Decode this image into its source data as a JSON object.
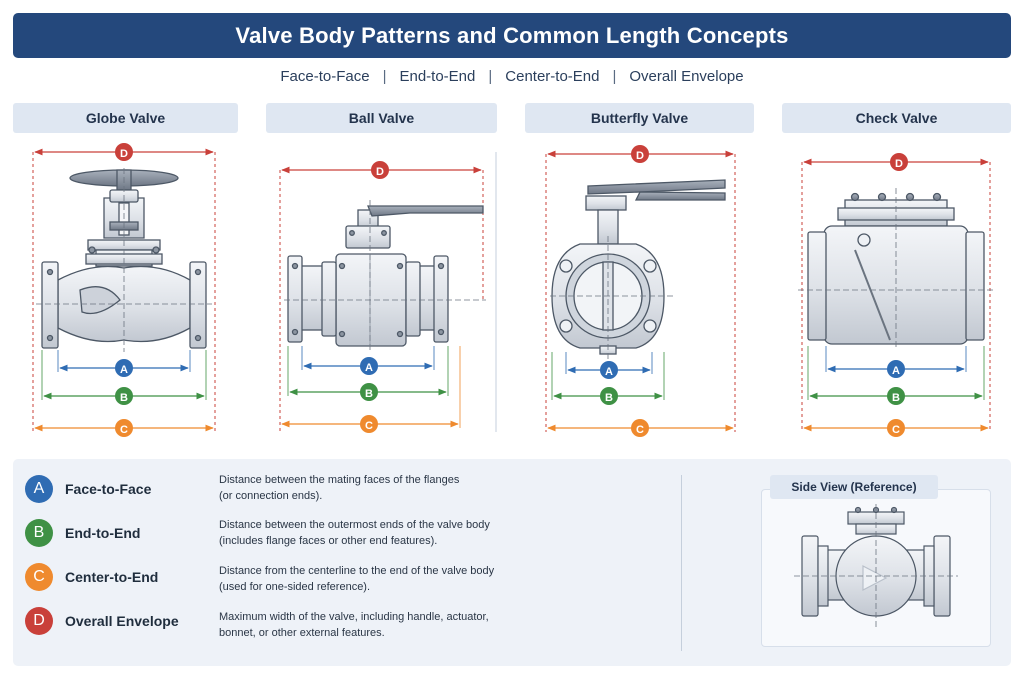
{
  "title": "Valve Body Patterns and Common Length Concepts",
  "subtitle": {
    "items": [
      "Face-to-Face",
      "End-to-End",
      "Center-to-End",
      "Overall Envelope"
    ],
    "separator": "|"
  },
  "valves": [
    {
      "label": "Globe Valve"
    },
    {
      "label": "Ball Valve"
    },
    {
      "label": "Butterfly Valve"
    },
    {
      "label": "Check Valve"
    }
  ],
  "dimension_letters": {
    "a": "A",
    "b": "B",
    "c": "C",
    "d": "D"
  },
  "colors": {
    "banner": "#24487c",
    "a": "#2f6cb3",
    "b": "#3f9145",
    "c": "#ef8a2e",
    "d": "#c9403a",
    "metal": "#dfe3e9",
    "outline": "#4d5866"
  },
  "legend": [
    {
      "letter": "A",
      "term": "Face-to-Face",
      "desc_1": "Distance between the mating faces of the flanges",
      "desc_2": "(or connection ends)."
    },
    {
      "letter": "B",
      "term": "End-to-End",
      "desc_1": "Distance between the outermost ends of the valve body",
      "desc_2": "(includes flange faces or other end features)."
    },
    {
      "letter": "C",
      "term": "Center-to-End",
      "desc_1": "Distance from the centerline to the end of the valve body",
      "desc_2": "(used for one-sided reference)."
    },
    {
      "letter": "D",
      "term": "Overall Envelope",
      "desc_1": "Maximum width of the valve, including handle, actuator,",
      "desc_2": "bonnet, or other external features."
    }
  ],
  "side_view": {
    "title": "Side View (Reference)"
  }
}
